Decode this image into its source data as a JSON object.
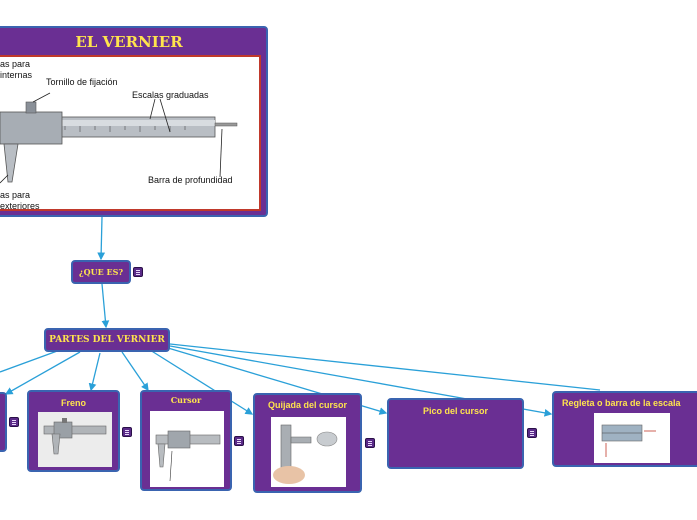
{
  "root": {
    "title": "EL VERNIER",
    "labels": {
      "interior_jaws": "as para\ninternas",
      "locking_screw": "Tornillo de fijación",
      "scales": "Escalas graduadas",
      "depth_bar": "Barra de profundidad",
      "exterior_jaws": "as para\nexteriores"
    }
  },
  "what_is": {
    "title": "¿QUE ES?"
  },
  "parts": {
    "title": "PARTES DEL VERNIER"
  },
  "children": [
    {
      "title": "Freno"
    },
    {
      "title": "Cursor"
    },
    {
      "title": "Quijada del cursor"
    },
    {
      "title": "Pico del cursor"
    },
    {
      "title": "Regleta o barra de la escala"
    }
  ],
  "colors": {
    "node_fill": "#6a2f93",
    "node_border": "#3a64b0",
    "title_text": "#ffe44d",
    "connector": "#2aa0d8"
  }
}
